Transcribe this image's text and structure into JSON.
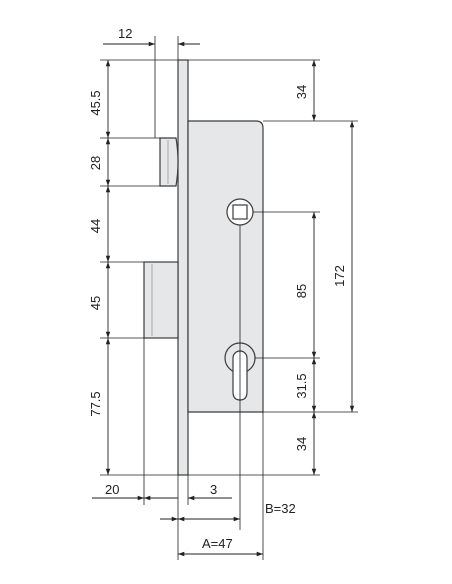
{
  "drawing": {
    "dimensions": {
      "faceplate_width": "12",
      "top_to_latch": "45.5",
      "latch_height": "28",
      "latch_to_bolt": "44",
      "bolt_height": "45",
      "bolt_to_bottom": "77.5",
      "top_to_case": "34",
      "case_height": "172",
      "spindle_to_cylinder": "85",
      "cylinder_to_case_bottom": "31.5",
      "case_bottom_to_end": "34",
      "bolt_throw": "20",
      "faceplate_thickness": "3",
      "backset_b": "B=32",
      "backset_a": "A=47"
    },
    "colors": {
      "case_fill": "#e6e7e8",
      "outline": "#3c3c3c",
      "dimension_line": "#222222",
      "background": "#ffffff"
    }
  }
}
